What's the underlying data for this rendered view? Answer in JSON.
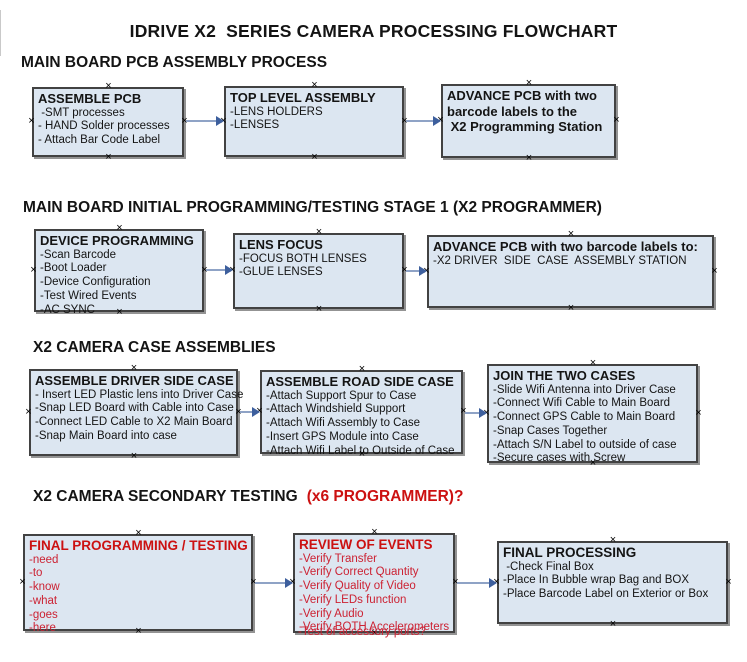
{
  "title": "IDRIVE X2  SERIES CAMERA PROCESSING FLOWCHART",
  "glyphs": {
    "handle": "×"
  },
  "colors": {
    "black": "#141414",
    "box-fill": "#dce6f1",
    "box-border": "#424242",
    "red-title": "#cc1111",
    "red-item": "#cc2233",
    "arrow-line": "#8fa3c6",
    "arrow-head": "#3d5f9d"
  },
  "sections": [
    {
      "heading": "MAIN BOARD PCB ASSEMBLY PROCESS"
    },
    {
      "heading": "MAIN BOARD INITIAL PROGRAMMING/TESTING STAGE 1 (X2 PROGRAMMER)"
    },
    {
      "heading": "X2 CAMERA CASE ASSEMBLIES"
    },
    {
      "heading": "X2 CAMERA SECONDARY TESTING",
      "heading_suffix": "(x6 PROGRAMMER)?"
    }
  ],
  "boxes": [
    {
      "title": "ASSEMBLE PCB",
      "items": [
        " -SMT processes",
        "- HAND Solder processes",
        "- Attach Bar Code Label"
      ]
    },
    {
      "title": "TOP LEVEL ASSEMBLY",
      "items": [
        "-LENS HOLDERS",
        "-LENSES"
      ]
    },
    {
      "title_lines": [
        "ADVANCE PCB with two",
        "barcode labels to the",
        " X2 Programming Station"
      ]
    },
    {
      "title": "DEVICE PROGRAMMING",
      "items": [
        "-Scan Barcode",
        "-Boot Loader",
        "-Device Configuration",
        "-Test Wired Events",
        "-AC SYNC"
      ]
    },
    {
      "title": "LENS FOCUS",
      "items": [
        "-FOCUS BOTH LENSES",
        "-GLUE LENSES"
      ]
    },
    {
      "title": "ADVANCE PCB with two barcode labels to:",
      "items": [
        "-X2 DRIVER  SIDE  CASE  ASSEMBLY STATION"
      ]
    },
    {
      "title": "ASSEMBLE DRIVER SIDE CASE",
      "items": [
        "- Insert LED Plastic lens into Driver Case",
        "-Snap LED Board with Cable into Case",
        "-Connect LED Cable to X2 Main Board",
        "-Snap Main Board into case"
      ]
    },
    {
      "title": "ASSEMBLE ROAD SIDE CASE",
      "items": [
        "-Attach Support Spur to Case",
        "-Attach Windshield Support",
        "-Attach Wifi Assembly to Case",
        "-Insert GPS Module into Case",
        "-Attach Wifi Label to Outside of Case"
      ]
    },
    {
      "title": "JOIN THE TWO CASES",
      "items": [
        "-Slide Wifi Antenna into Driver Case",
        "-Connect Wifi Cable to Main Board",
        "-Connect GPS Cable to Main Board",
        "-Snap Cases Together",
        "-Attach S/N Label to outside of case",
        "-Secure cases with Screw"
      ]
    },
    {
      "title": "FINAL PROGRAMMING / TESTING",
      "items": [
        "-need",
        "-to",
        "-know",
        "-what",
        "-goes",
        "-here"
      ]
    },
    {
      "title": "REVIEW OF EVENTS",
      "items": [
        "-Verify Transfer",
        "-Verify Correct Quantity",
        "-Verify Quality of Video",
        "-Verify LEDs function",
        "-Verify Audio",
        "-Verify BOTH Accelerometers"
      ],
      "overlap_item": "-Test of accessory ports?"
    },
    {
      "title": "FINAL PROCESSING",
      "items": [
        " -Check Final Box",
        "-Place In Bubble wrap Bag and BOX",
        "-Place Barcode Label on Exterior or Box"
      ]
    }
  ]
}
